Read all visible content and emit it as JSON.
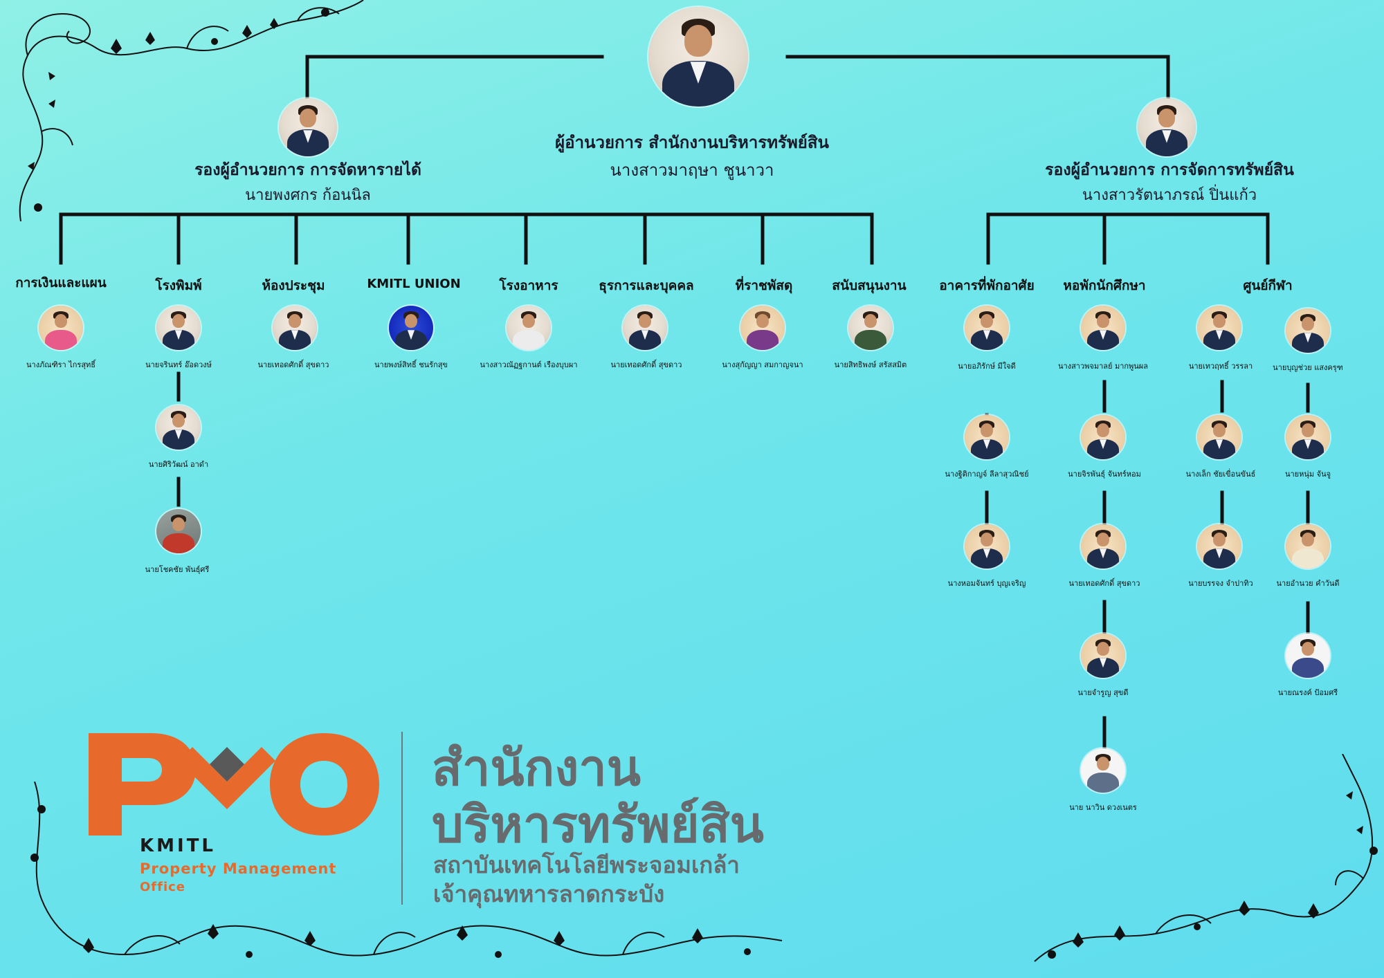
{
  "director": {
    "title": "ผู้อำนวยการ สำนักงานบริหารทรัพย์สิน",
    "name": "นางสาวมาฤษา ชูนาวา"
  },
  "deputy_left": {
    "title": "รองผู้อำนวยการ การจัดหารายได้",
    "name": "นายพงศกร ก้อนนิล"
  },
  "deputy_right": {
    "title": "รองผู้อำนวยการ การจัดการทรัพย์สิน",
    "name": "นางสาวรัตนาภรณ์ ปิ่นแก้ว"
  },
  "departments": [
    {
      "label": "การเงินและแผน",
      "staff": [
        "นางภัณฑิรา ไกรสุทธิ์"
      ]
    },
    {
      "label": "โรงพิมพ์",
      "staff": [
        "นายจรินทร์ อ๊อดวงษ์",
        "นายศิริวัฒน์ อาดำ",
        "นายโชคชัย พันธุ์ศรี"
      ]
    },
    {
      "label": "ห้องประชุม",
      "staff": [
        "นายเทอดศักดิ์ สุขดาว"
      ]
    },
    {
      "label": "KMITL UNION",
      "staff": [
        "นายพงษ์สิทธิ์ ชนรักสุข"
      ]
    },
    {
      "label": "โรงอาหาร",
      "staff": [
        "นางสาวณัฏฐกานต์  เรืองบุบผา"
      ]
    },
    {
      "label": "ธุรการและบุคคล",
      "staff": [
        "นายเทอดศักดิ์ สุขดาว"
      ]
    },
    {
      "label": "ที่ราชพัสดุ",
      "staff": [
        "นางสุกัญญา สมกาญจนา"
      ]
    },
    {
      "label": "สนับสนุนงาน",
      "staff": [
        "นายสิทธิพงษ์ สรัสสมิต"
      ]
    },
    {
      "label": "อาคารที่พักอาศัย",
      "staff": [
        "นายอภิรักษ์ มีใจดี",
        "นางฐิติกาญจ์ ลีลาสุวณิชย์",
        "นางหอมจันทร์ บุญเจริญ"
      ]
    },
    {
      "label": "หอพักนักศึกษา",
      "staff": [
        "นางสาวพจมาลย์ มากพูนผล",
        "นายจิรพันธุ์ จันทร์หอม",
        "นายเทอดศักดิ์ สุขดาว",
        "นายจำรูญ สุขดี",
        "นาย นาวิน ดวงเนตร"
      ]
    },
    {
      "label": "ศูนย์กีฬา",
      "staff": [
        "นายเทวฤทธิ์ วรรลา",
        "นางเล็ก ชัยเขื่อนขันธ์",
        "นายบรรจง จำปาทิว",
        "นายบุญช่วย แสงครุฑ",
        "นายหนุ่ม จันจู",
        "นายอำนวย คำวันดี",
        "นายณรงค์ ป้อมศรี"
      ]
    }
  ],
  "logo": {
    "kmitl": "KMITL",
    "pmo_line1": "Property Management",
    "pmo_line2": "Office",
    "th_line1": "สำนักงาน",
    "th_line2": "บริหารทรัพย์สิน",
    "th_line3": "สถาบันเทคโนโลยีพระจอมเกล้า",
    "th_line4": "เจ้าคุณทหารลาดกระบัง"
  },
  "colors": {
    "background": "#6fe6ea",
    "line": "#111111",
    "logo_orange": "#e8692c",
    "logo_gray": "#676b6d"
  }
}
